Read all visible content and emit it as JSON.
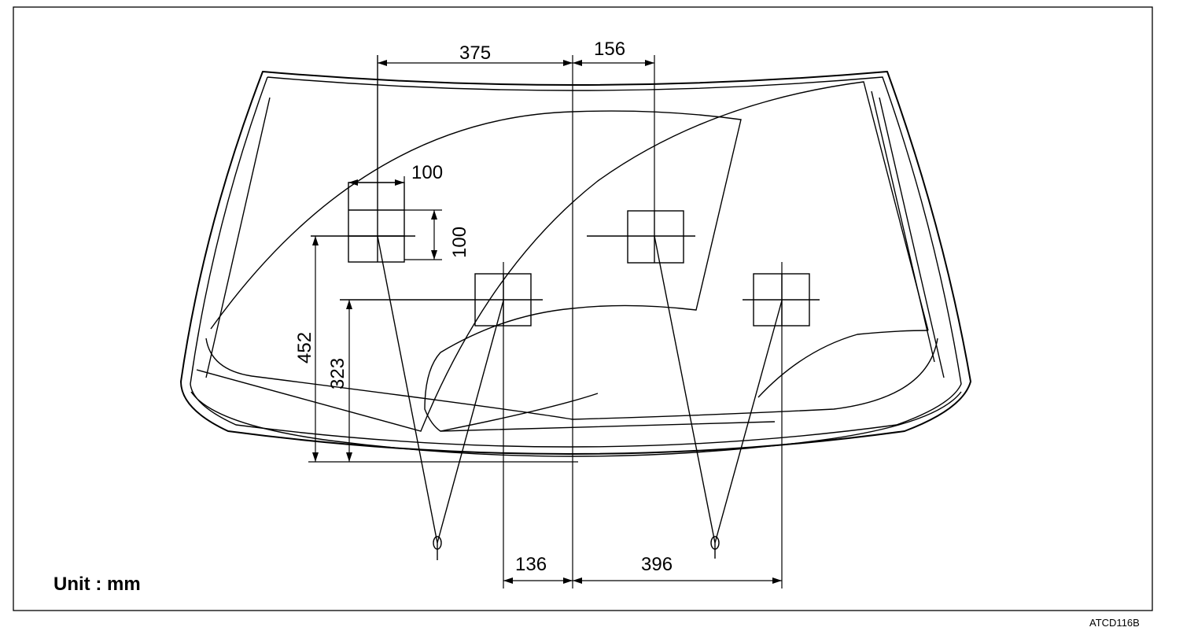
{
  "diagram": {
    "dimensions": {
      "top_left": "375",
      "top_right": "156",
      "square_width": "100",
      "square_height": "100",
      "left_height_outer": "452",
      "left_height_inner": "323",
      "bottom_left": "136",
      "bottom_right": "396"
    },
    "unit_label": "Unit : mm",
    "figure_code": "ATCD116B"
  }
}
